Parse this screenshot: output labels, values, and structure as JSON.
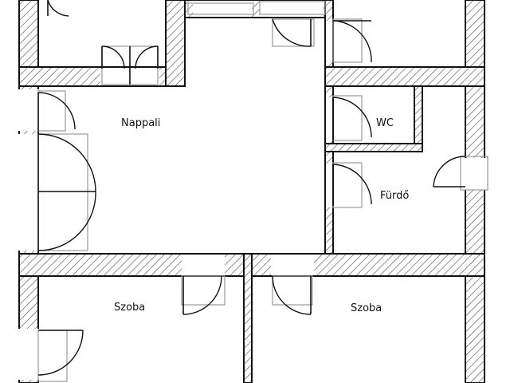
{
  "rooms": {
    "nappali": "Nappali",
    "wc": "WC",
    "furdo": "Fürdő",
    "szoba_left": "Szoba",
    "szoba_right": "Szoba"
  },
  "colors": {
    "wall_stroke": "#111111",
    "hatch": "#555555",
    "door_frame": "#9a9a9a",
    "background": "#ffffff"
  }
}
